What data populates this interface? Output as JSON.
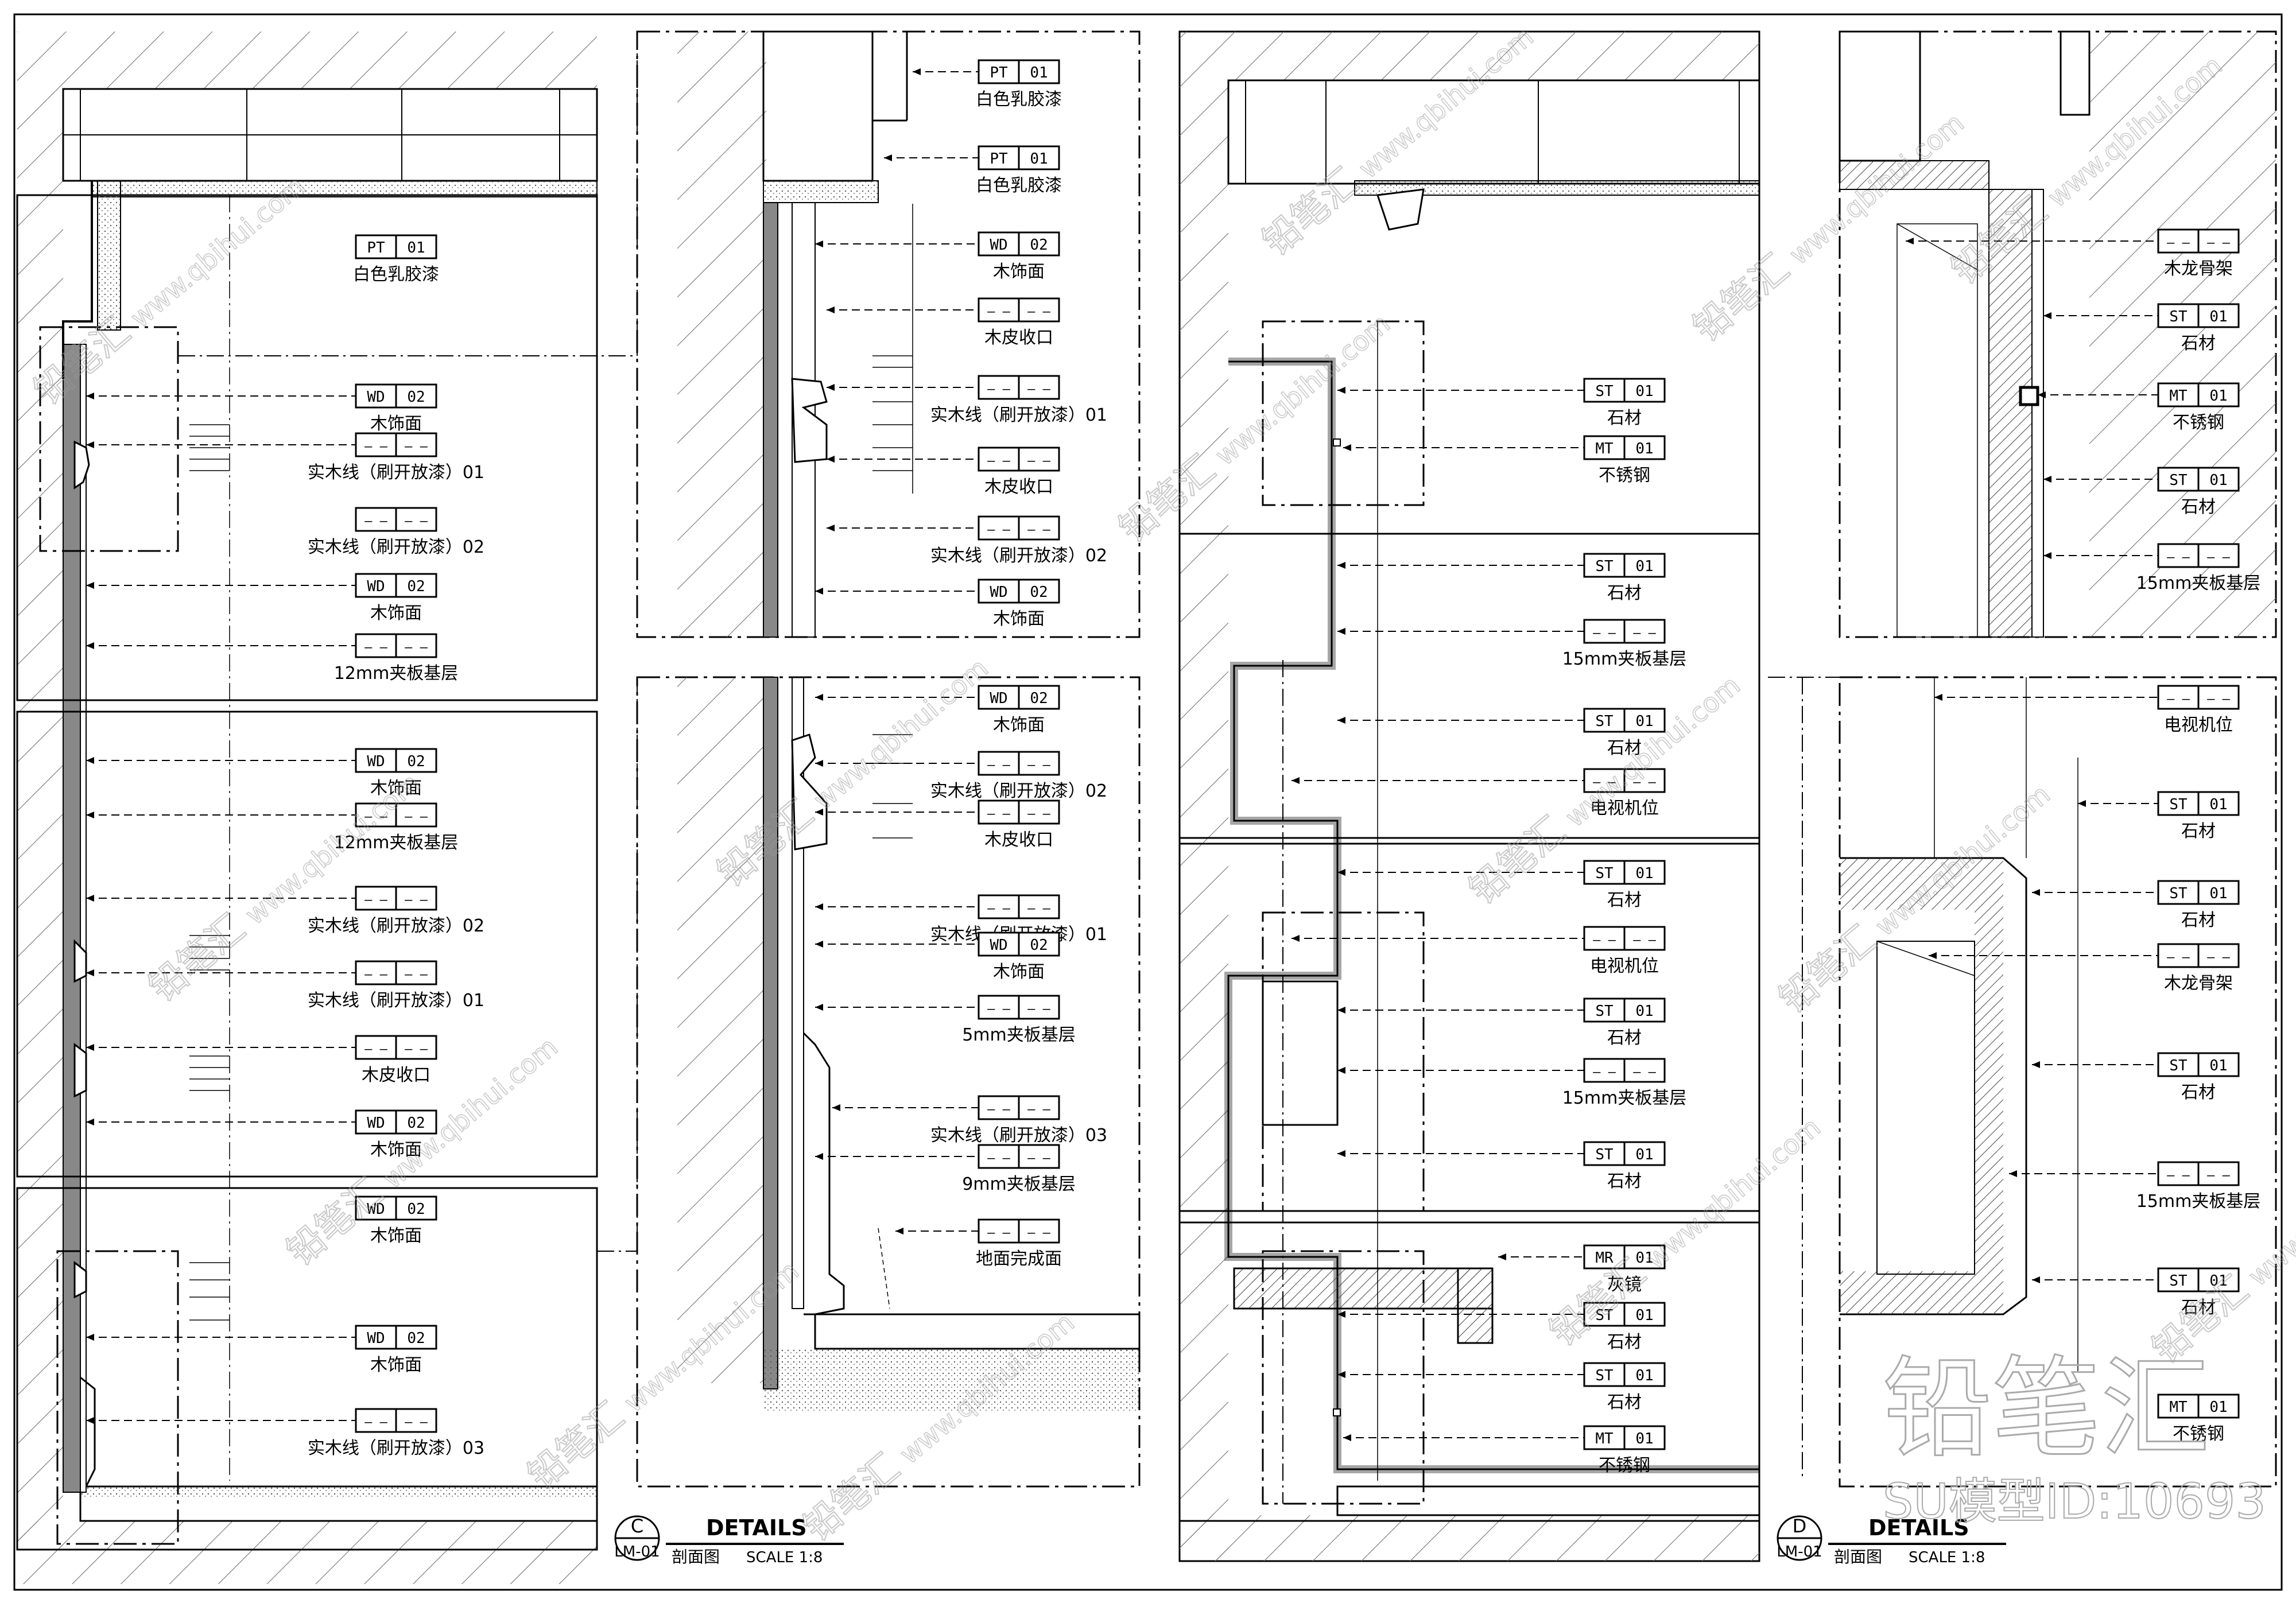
{
  "colors": {
    "line": "#000000",
    "hatch": "#555555",
    "watermark": "#b8b8b8",
    "panel": "#ffffff",
    "concrete": "#dddddd"
  },
  "sheet": {
    "left": {
      "ref_top": "C",
      "ref_bottom": "LM-01",
      "title": "DETAILS",
      "subtitle": "剖面图",
      "scale": "SCALE  1:8"
    },
    "right": {
      "ref_top": "D",
      "ref_bottom": "LM-01",
      "title": "DETAILS",
      "subtitle": "剖面图",
      "scale": "SCALE  1:8"
    }
  },
  "watermark": {
    "brand": "铅笔汇",
    "url": "www.qbihui.com",
    "big_brand": "铅笔汇",
    "model_id": "SU模型ID:10693"
  },
  "dash_code": "— —",
  "materials": {
    "pt01": {
      "code": "PT",
      "num": "01",
      "name": "白色乳胶漆"
    },
    "wd02": {
      "code": "WD",
      "num": "02",
      "name": "木饰面"
    },
    "st01": {
      "code": "ST",
      "num": "01",
      "name": "石材"
    },
    "mt01": {
      "code": "MT",
      "num": "01",
      "name": "不锈钢"
    },
    "mr01": {
      "code": "MR",
      "num": "01",
      "name": "灰镜"
    },
    "line01": "实木线（刷开放漆）01",
    "line02": "实木线（刷开放漆）02",
    "line03": "实木线（刷开放漆）03",
    "veneer_edge": "木皮收口",
    "ply12": "12mm夹板基层",
    "ply15": "15mm夹板基层",
    "ply5": "5mm夹板基层",
    "ply9": "9mm夹板基层",
    "floor": "地面完成面",
    "wood_frame": "木龙骨架",
    "tv": "电视机位"
  }
}
